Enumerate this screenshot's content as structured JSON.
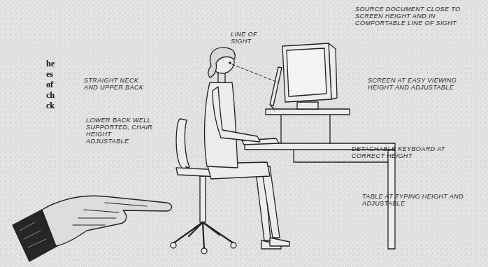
{
  "diagram": {
    "labels": [
      "SOURCE DOCUMENT CLOSE TO SCREEN HEIGHT AND IN COMFORTABLE LINE OF SIGHT",
      "LINE OF SIGHT",
      "he",
      "es",
      "of",
      "ch",
      "ck",
      "STRAIGHT NECK AND UPPER BACK",
      "SCREEN AT EASY VIEWING HEIGHT AND ADJUSTABLE",
      "LOWER BACK WELL SUPPORTED, CHAIR HEIGHT ADJUSTABLE",
      "DETACHABLE KEYBOARD AT CORRECT HEIGHT",
      "TABLE AT TYPING HEIGHT AND ADJUSTABLE"
    ]
  }
}
